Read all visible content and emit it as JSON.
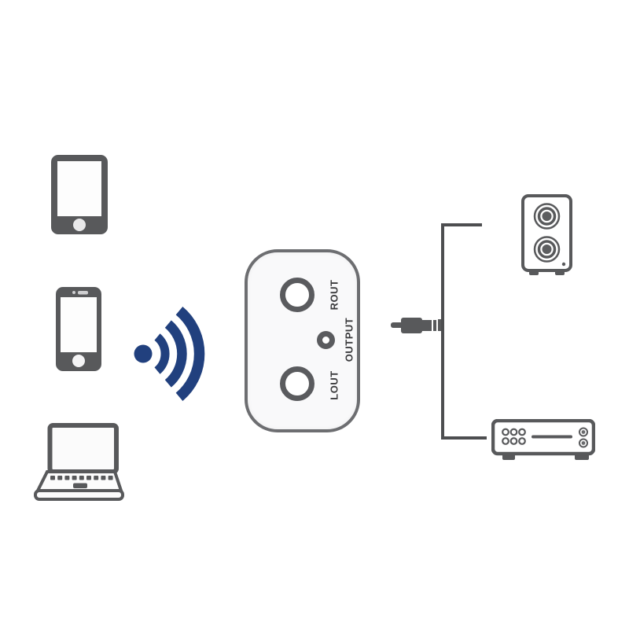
{
  "receiver": {
    "ports": [
      {
        "id": "rout",
        "label": "ROUT"
      },
      {
        "id": "output",
        "label": "OUTPUT"
      },
      {
        "id": "lout",
        "label": "LOUT"
      }
    ]
  },
  "icons": {
    "sources": [
      "tablet-icon",
      "smartphone-icon",
      "laptop-icon"
    ],
    "signal": "wireless-signal-icon",
    "connector": "audio-plug-icon",
    "split_lines": [
      "split-line-vertical",
      "split-line-to-speaker",
      "split-line-to-amplifier"
    ],
    "sinks": [
      "speaker-icon",
      "amplifier-icon"
    ]
  },
  "colors": {
    "icon_gray": "#58595b",
    "device_border": "#6d6e71",
    "signal_blue": "#21407e",
    "line_gray": "#4d4e50",
    "background": "#ffffff"
  }
}
